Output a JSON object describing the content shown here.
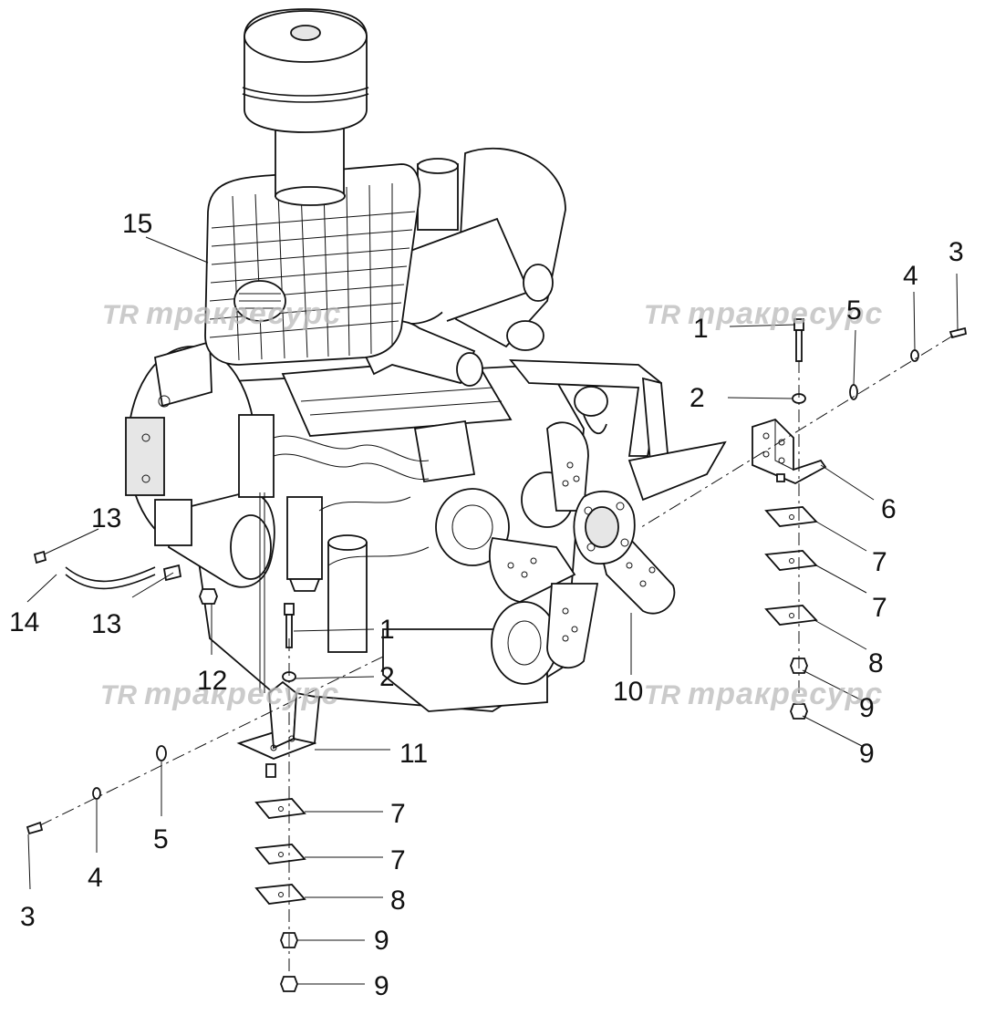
{
  "watermark": {
    "logo": "TR",
    "text": "тракресурс"
  },
  "callouts": {
    "c1a": "1",
    "c2a": "2",
    "c3a": "3",
    "c4a": "4",
    "c5a": "5",
    "c6": "6",
    "c7a": "7",
    "c7b": "7",
    "c8a": "8",
    "c9a": "9",
    "c9b": "9",
    "c10": "10",
    "c1b": "1",
    "c2b": "2",
    "c3b": "3",
    "c4b": "4",
    "c5b": "5",
    "c11": "11",
    "c7c": "7",
    "c7d": "7",
    "c8b": "8",
    "c9c": "9",
    "c9d": "9",
    "c12": "12",
    "c13a": "13",
    "c13b": "13",
    "c14": "14",
    "c15": "15"
  }
}
